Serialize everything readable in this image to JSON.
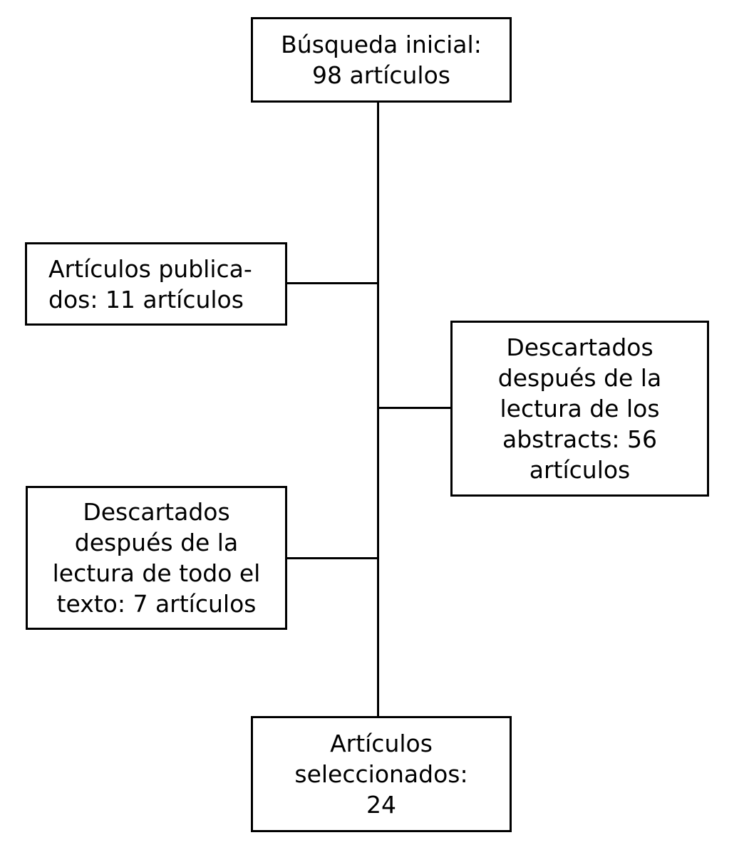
{
  "flowchart": {
    "colors": {
      "background": "#ffffff",
      "line": "#000000",
      "text": "#000000"
    },
    "boxes": {
      "initial_search": {
        "text": "Búsqueda inicial:\n98 artículos",
        "count": 98
      },
      "published": {
        "text": "Artículos publica-\ndos: 11 artículos",
        "count": 11
      },
      "discarded_abstracts": {
        "text": "Descartados\ndespués de la\nlectura de los\nabstracts: 56\nartículos",
        "count": 56
      },
      "discarded_full_text": {
        "text": "Descartados\ndespués de la\nlectura de todo el\ntexto: 7 artículos",
        "count": 7
      },
      "selected": {
        "text": "Artículos\nseleccionados:\n24",
        "count": 24
      }
    }
  }
}
